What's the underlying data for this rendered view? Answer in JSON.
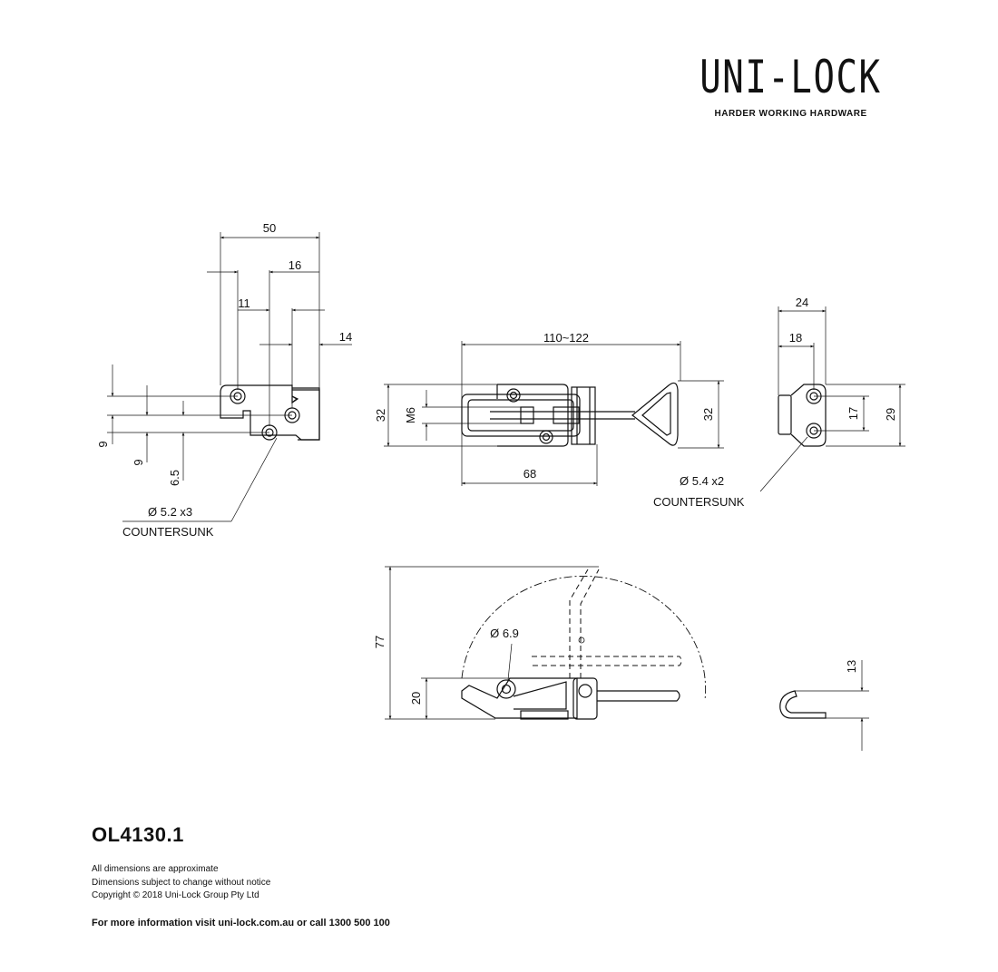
{
  "brand": {
    "name": "UNI-LOCK",
    "tagline": "HARDER WORKING HARDWARE"
  },
  "drawing": {
    "catch_plate": {
      "dims": [
        "50",
        "16",
        "11",
        "14",
        "9",
        "9",
        "6.5"
      ],
      "hole_note": "Ø 5.2 x3",
      "hole_note_2": "COUNTERSUNK"
    },
    "latch_top": {
      "dims": [
        "110~122",
        "32",
        "M6",
        "32",
        "68"
      ]
    },
    "keeper": {
      "dims": [
        "24",
        "18",
        "17",
        "29"
      ],
      "hole_note": "Ø 5.4 x2",
      "hole_note_2": "COUNTERSUNK"
    },
    "side_view": {
      "dims": [
        "77",
        "Ø 6.9",
        "20"
      ]
    },
    "hook": {
      "dims": [
        "13"
      ]
    }
  },
  "footer": {
    "part_number": "OL4130.1",
    "notes": [
      "All dimensions are approximate",
      "Dimensions subject to change without notice",
      "Copyright © 2018 Uni-Lock Group Pty Ltd"
    ],
    "contact": "For more information visit uni-lock.com.au or call 1300 500 100"
  }
}
